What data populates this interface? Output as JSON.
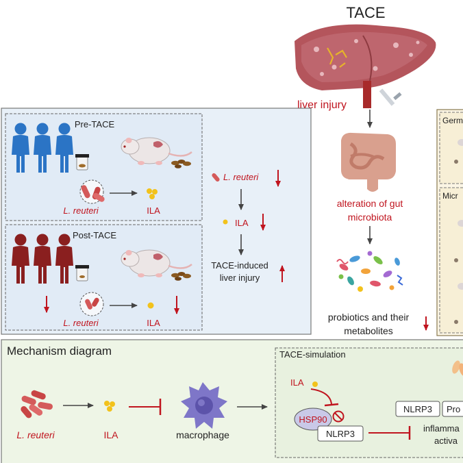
{
  "colors": {
    "red": "#c0141e",
    "dark": "#222222",
    "panel_blue": "#e8f0f8",
    "panel_green": "#eef5e6",
    "panel_cream": "#fbf5e4",
    "blue_people": "#2b74c5",
    "red_people": "#8a1f1f",
    "liver": "#b4555c",
    "gut": "#d9a08e",
    "macrophage": "#7e76c8",
    "ila": "#f2c21c"
  },
  "top": {
    "title": "TACE",
    "liver_injury": "liver injury",
    "gut_line1": "alteration of gut",
    "gut_line2": "microbiota",
    "probiotics_line1": "probiotics and their",
    "probiotics_line2": "metabolites"
  },
  "left_panel": {
    "pre_title": "Pre-TACE",
    "post_title": "Post-TACE",
    "reuteri": "L. reuteri",
    "ila": "ILA"
  },
  "middle_panel": {
    "reuteri": "L. reuteri",
    "ila": "ILA",
    "injury_line1": "TACE-induced",
    "injury_line2": "liver injury"
  },
  "right_panel": {
    "germ_clip": "Germ",
    "micro_clip": "Micr"
  },
  "mechanism": {
    "title": "Mechanism diagram",
    "reuteri": "L. reuteri",
    "ila": "ILA",
    "macrophage": "macrophage",
    "sim_title": "TACE-simulation",
    "sim_ila": "ILA",
    "hsp90": "HSP90",
    "nlrp3": "NLRP3",
    "nlrp3_box": "NLRP3",
    "pro_clip": "Pro",
    "inflamma_clip": "inflamma",
    "activa_clip": "activa"
  }
}
